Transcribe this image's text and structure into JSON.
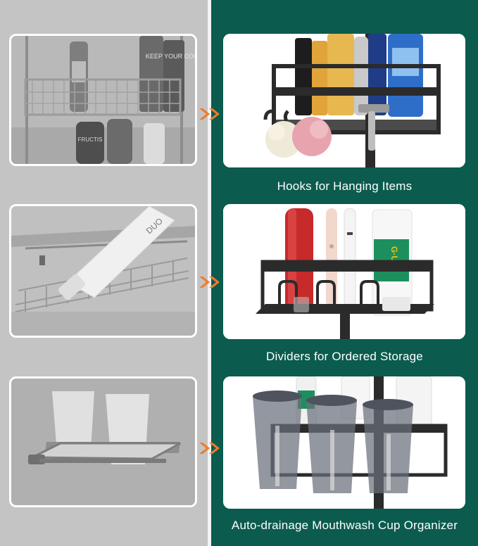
{
  "panels": [
    {
      "caption": "Hooks for Hanging Items"
    },
    {
      "caption": "Dividers for Ordered Storage"
    },
    {
      "caption": "Auto-drainage Mouthwash Cup Organizer"
    }
  ],
  "product_labels": {
    "toothpaste_brand": "G·U·M",
    "bottle_brand": "FRUCTIS",
    "bottle_label": "KEEP YOUR COOL",
    "tube_label": "DUO"
  },
  "colors": {
    "accent_arrow": "#f07a2a",
    "right_bg": "#0b5b4e",
    "left_bg": "#c4c4c4",
    "rack_dark": "#2b2b2b"
  }
}
